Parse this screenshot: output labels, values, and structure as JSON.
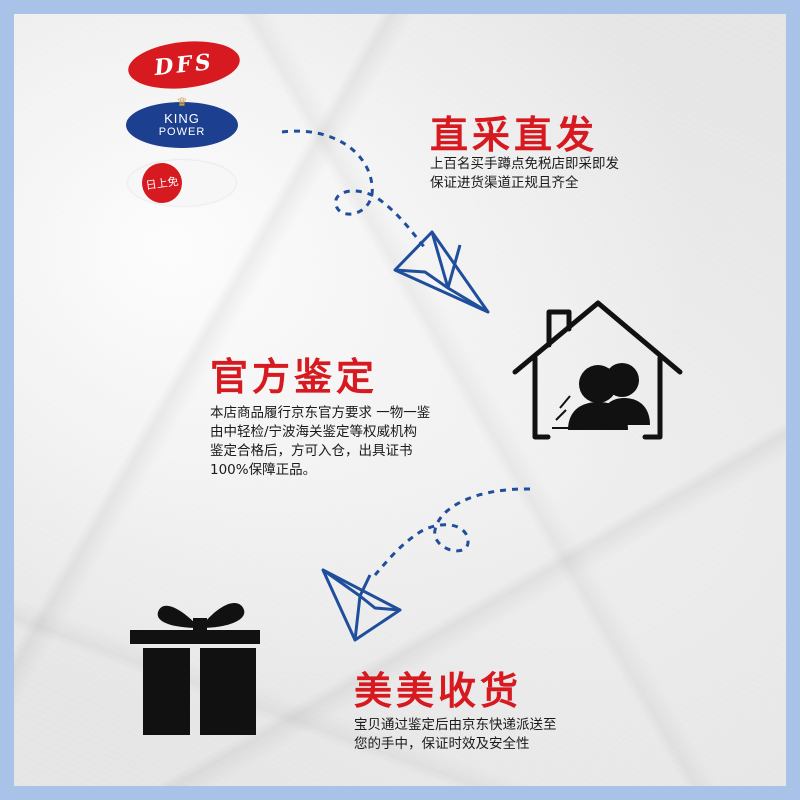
{
  "logos": {
    "dfs": "DFS",
    "kingpower_line1": "KING",
    "kingpower_line2": "POWER",
    "sunrise": "日上免"
  },
  "sections": [
    {
      "title": "直采直发",
      "lines": [
        "上百名买手蹲点免税店即采即发",
        "保证进货渠道正规且齐全"
      ]
    },
    {
      "title": "官方鉴定",
      "lines": [
        "本店商品履行京东官方要求 一物一鉴",
        "由中轻检/宁波海关鉴定等权威机构",
        "鉴定合格后，方可入仓，出具证书",
        "100%保障正品。"
      ]
    },
    {
      "title": "美美收货",
      "lines": [
        "宝贝通过鉴定后由京东快递派送至",
        "您的手中，保证时效及安全性"
      ]
    }
  ],
  "colors": {
    "accent": "#d71920",
    "frame": "#a9c3e8",
    "plane": "#1f4e9c"
  },
  "icons": [
    "paper-plane-icon",
    "house-experts-icon",
    "gift-box-icon"
  ]
}
